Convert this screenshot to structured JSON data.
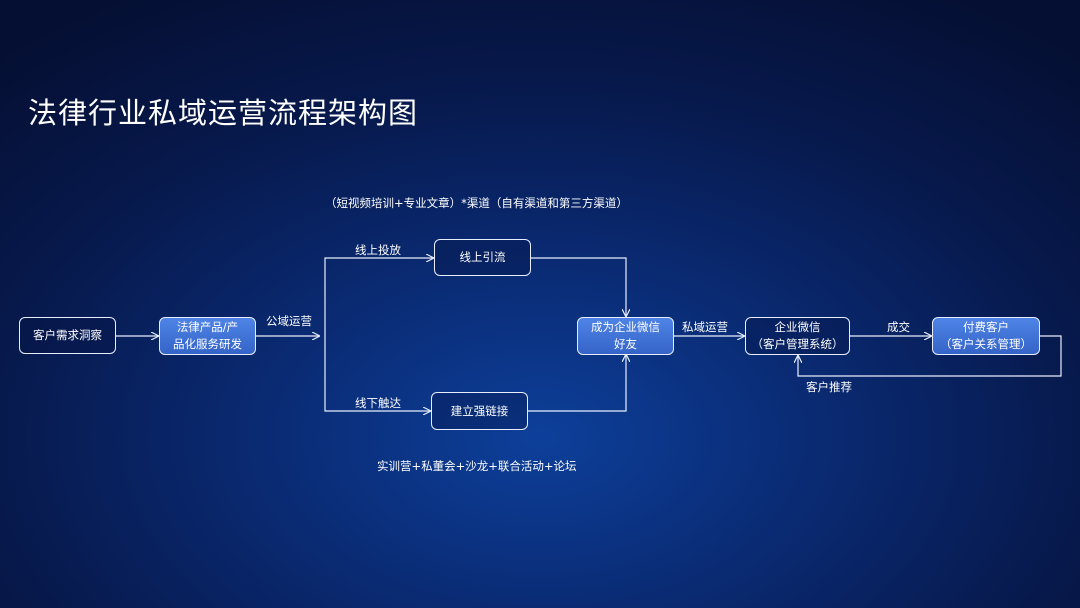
{
  "title": "法律行业私域运营流程架构图",
  "top_note": "（短视频培训+专业文章）*渠道（自有渠道和第三方渠道）",
  "bottom_note": "实训营+私董会+沙龙+联合活动+论坛",
  "nodes": {
    "customer_needs": [
      "客户需求洞察"
    ],
    "product_dev": [
      "法律产品/产",
      "品化服务研发"
    ],
    "online_traffic": [
      "线上引流"
    ],
    "strong_link": [
      "建立强链接"
    ],
    "wechat_friend": [
      "成为企业微信",
      "好友"
    ],
    "enterprise_wechat": [
      "企业微信",
      "（客户管理系统）"
    ],
    "paying_customer": [
      "付费客户",
      "（客户关系管理）"
    ]
  },
  "edge_labels": {
    "public": "公域运营",
    "online_ads": "线上投放",
    "offline": "线下触达",
    "private": "私域运营",
    "deal": "成交",
    "referral": "客户推荐"
  },
  "colors": {
    "line": "#e8eefc",
    "filled_node": "#4a7bdc",
    "background": "#0a2a72"
  }
}
